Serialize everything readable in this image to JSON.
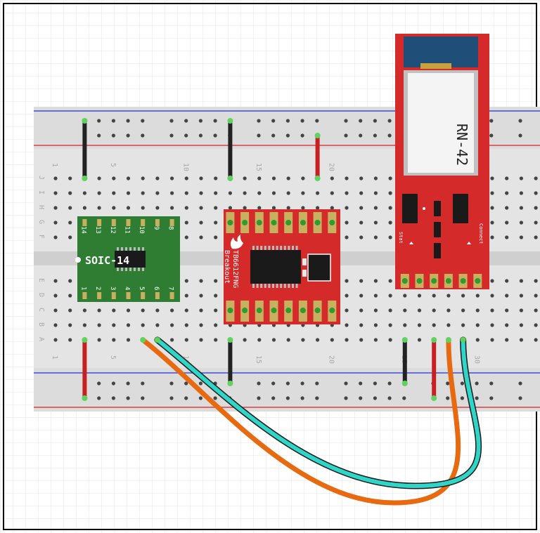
{
  "breadboard": {
    "column_numbers": [
      "1",
      "5",
      "10",
      "15",
      "20",
      "25",
      "30"
    ],
    "row_letters_top": [
      "J",
      "I",
      "H",
      "G",
      "F"
    ],
    "row_letters_bottom": [
      "E",
      "D",
      "C",
      "B",
      "A"
    ]
  },
  "soic": {
    "label": "SOIC-14",
    "pins_top": [
      "14",
      "13",
      "12",
      "11",
      "10",
      "9",
      "8"
    ],
    "pins_bottom": [
      "1",
      "2",
      "3",
      "4",
      "5",
      "6",
      "7"
    ],
    "color": "#2e7d32"
  },
  "driver": {
    "label_line1": "TB6612FNG",
    "label_line2": "Breakout",
    "color": "#d42a2a"
  },
  "bluetooth": {
    "label": "RN-42",
    "stat_label": "Stat",
    "connect_label": "Connect",
    "color": "#d42a2a",
    "antenna_color": "#1f4e79"
  },
  "wire_colors": {
    "orange": "#e86a10",
    "cyan": "#2fd6c8",
    "black": "#222222",
    "red": "#c62020"
  }
}
